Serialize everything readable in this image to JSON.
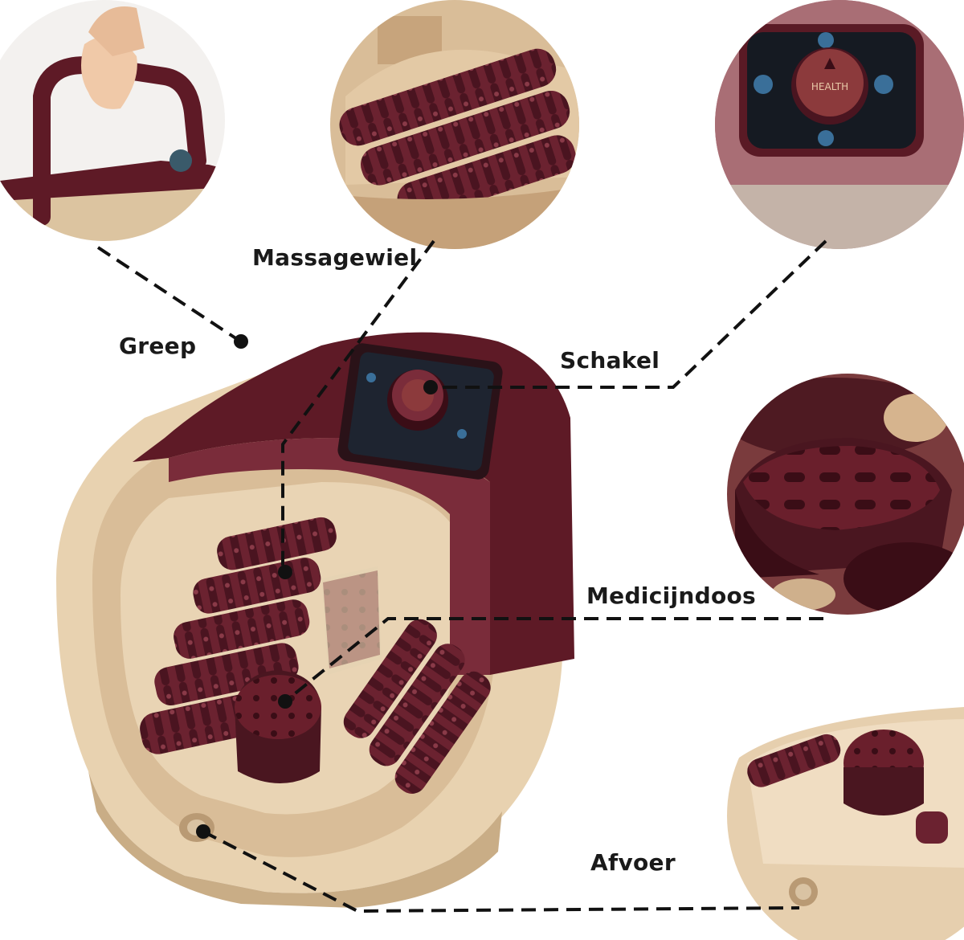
{
  "labels": {
    "handle": "Greep",
    "massage_wheel": "Massagewiel",
    "switch": "Schakel",
    "medicine_box": "Medicijndoos",
    "drain": "Afvoer"
  },
  "control_panel": {
    "knob_text": "HEALTH"
  },
  "colors": {
    "burgundy": "#5e1a26",
    "burgundy_light": "#7a2c3a",
    "beige": "#e8d2b0",
    "beige_dark": "#c9ad86",
    "dash_line": "#111111"
  }
}
